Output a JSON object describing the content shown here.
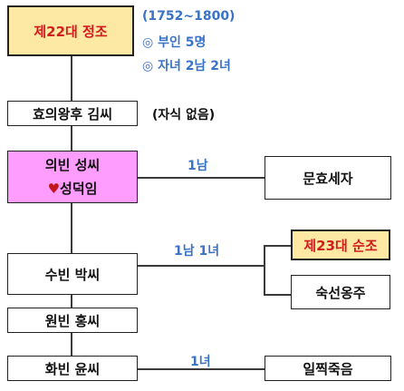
{
  "king": {
    "title": "제22대 정조"
  },
  "king_info": {
    "years": "(1752~1800)",
    "bullet_symbol": "◎",
    "consorts": "부인 5명",
    "children": "자녀 2남 2녀"
  },
  "spouses": [
    {
      "name": "효의왕후 김씨",
      "note": "(자식 없음)"
    },
    {
      "name": "의빈 성씨",
      "subname": "성덕임",
      "heart": "♥",
      "children_label": "1남"
    },
    {
      "name": "수빈 박씨",
      "children_label": "1남 1녀"
    },
    {
      "name": "원빈 홍씨"
    },
    {
      "name": "화빈 윤씨",
      "children_label": "1녀"
    }
  ],
  "children": [
    {
      "name": "문효세자"
    },
    {
      "name": "제23대 순조"
    },
    {
      "name": "숙선옹주"
    },
    {
      "name": "일찍죽음"
    }
  ],
  "colors": {
    "king_fill": "#fde8a4",
    "king_text": "#d21d1d",
    "favorite_fill": "#ff9dff",
    "label_blue": "#3b73c4"
  }
}
